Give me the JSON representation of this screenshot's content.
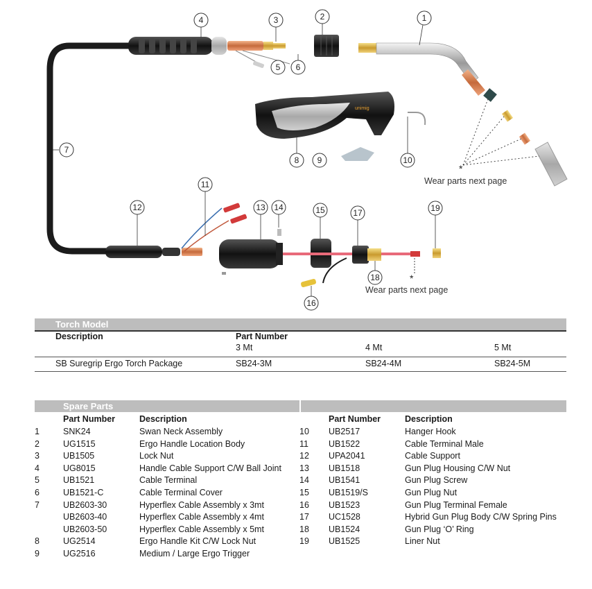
{
  "diagram": {
    "callouts": [
      "1",
      "2",
      "3",
      "4",
      "5",
      "6",
      "7",
      "8",
      "9",
      "10",
      "11",
      "12",
      "13",
      "14",
      "15",
      "16",
      "17",
      "18",
      "19"
    ],
    "brand_logo": "unimig",
    "wear_note_1": "Wear parts next page",
    "wear_note_2": "Wear parts next page",
    "star": "*"
  },
  "torch_model": {
    "section_title": "Torch Model",
    "col_description": "Description",
    "col_part_number": "Part Number",
    "lengths": [
      "3 Mt",
      "4 Mt",
      "5 Mt"
    ],
    "rows": [
      {
        "description": "SB Suregrip Ergo Torch Package",
        "p3": "SB24-3M",
        "p4": "SB24-4M",
        "p5": "SB24-5M"
      }
    ]
  },
  "spare_parts": {
    "section_title": "Spare Parts",
    "col_part_number": "Part Number",
    "col_description": "Description",
    "left": [
      {
        "num": "1",
        "part": "SNK24",
        "desc": "Swan Neck Assembly"
      },
      {
        "num": "2",
        "part": "UG1515",
        "desc": "Ergo Handle Location Body"
      },
      {
        "num": "3",
        "part": "UB1505",
        "desc": "Lock Nut"
      },
      {
        "num": "4",
        "part": "UG8015",
        "desc": "Handle Cable Support  C/W Ball Joint"
      },
      {
        "num": "5",
        "part": "UB1521",
        "desc": "Cable Terminal"
      },
      {
        "num": "6",
        "part": "UB1521-C",
        "desc": "Cable Terminal Cover"
      },
      {
        "num": "7",
        "part": "UB2603-30",
        "desc": "Hyperflex Cable Assembly x 3mt"
      },
      {
        "num": "",
        "part": "UB2603-40",
        "desc": "Hyperflex Cable Assembly x 4mt"
      },
      {
        "num": "",
        "part": "UB2603-50",
        "desc": "Hyperflex Cable Assembly x 5mt"
      },
      {
        "num": "8",
        "part": "UG2514",
        "desc": "Ergo Handle Kit C/W Lock Nut"
      },
      {
        "num": "9",
        "part": "UG2516",
        "desc": "Medium / Large Ergo Trigger"
      }
    ],
    "right": [
      {
        "num": "10",
        "part": "UB2517",
        "desc": "Hanger Hook"
      },
      {
        "num": "11",
        "part": "UB1522",
        "desc": "Cable Terminal Male"
      },
      {
        "num": "12",
        "part": "UPA2041",
        "desc": "Cable Support"
      },
      {
        "num": "13",
        "part": "UB1518",
        "desc": "Gun Plug Housing C/W Nut"
      },
      {
        "num": "14",
        "part": "UB1541",
        "desc": "Gun Plug Screw"
      },
      {
        "num": "15",
        "part": "UB1519/S",
        "desc": "Gun Plug Nut"
      },
      {
        "num": "16",
        "part": "UB1523",
        "desc": "Gun Plug Terminal Female"
      },
      {
        "num": "17",
        "part": "UC1528",
        "desc": "Hybrid Gun Plug Body C/W Spring Pins"
      },
      {
        "num": "18",
        "part": "UB1524",
        "desc": "Gun Plug ‘O’ Ring"
      },
      {
        "num": "19",
        "part": "UB1525",
        "desc": "Liner Nut"
      }
    ]
  }
}
